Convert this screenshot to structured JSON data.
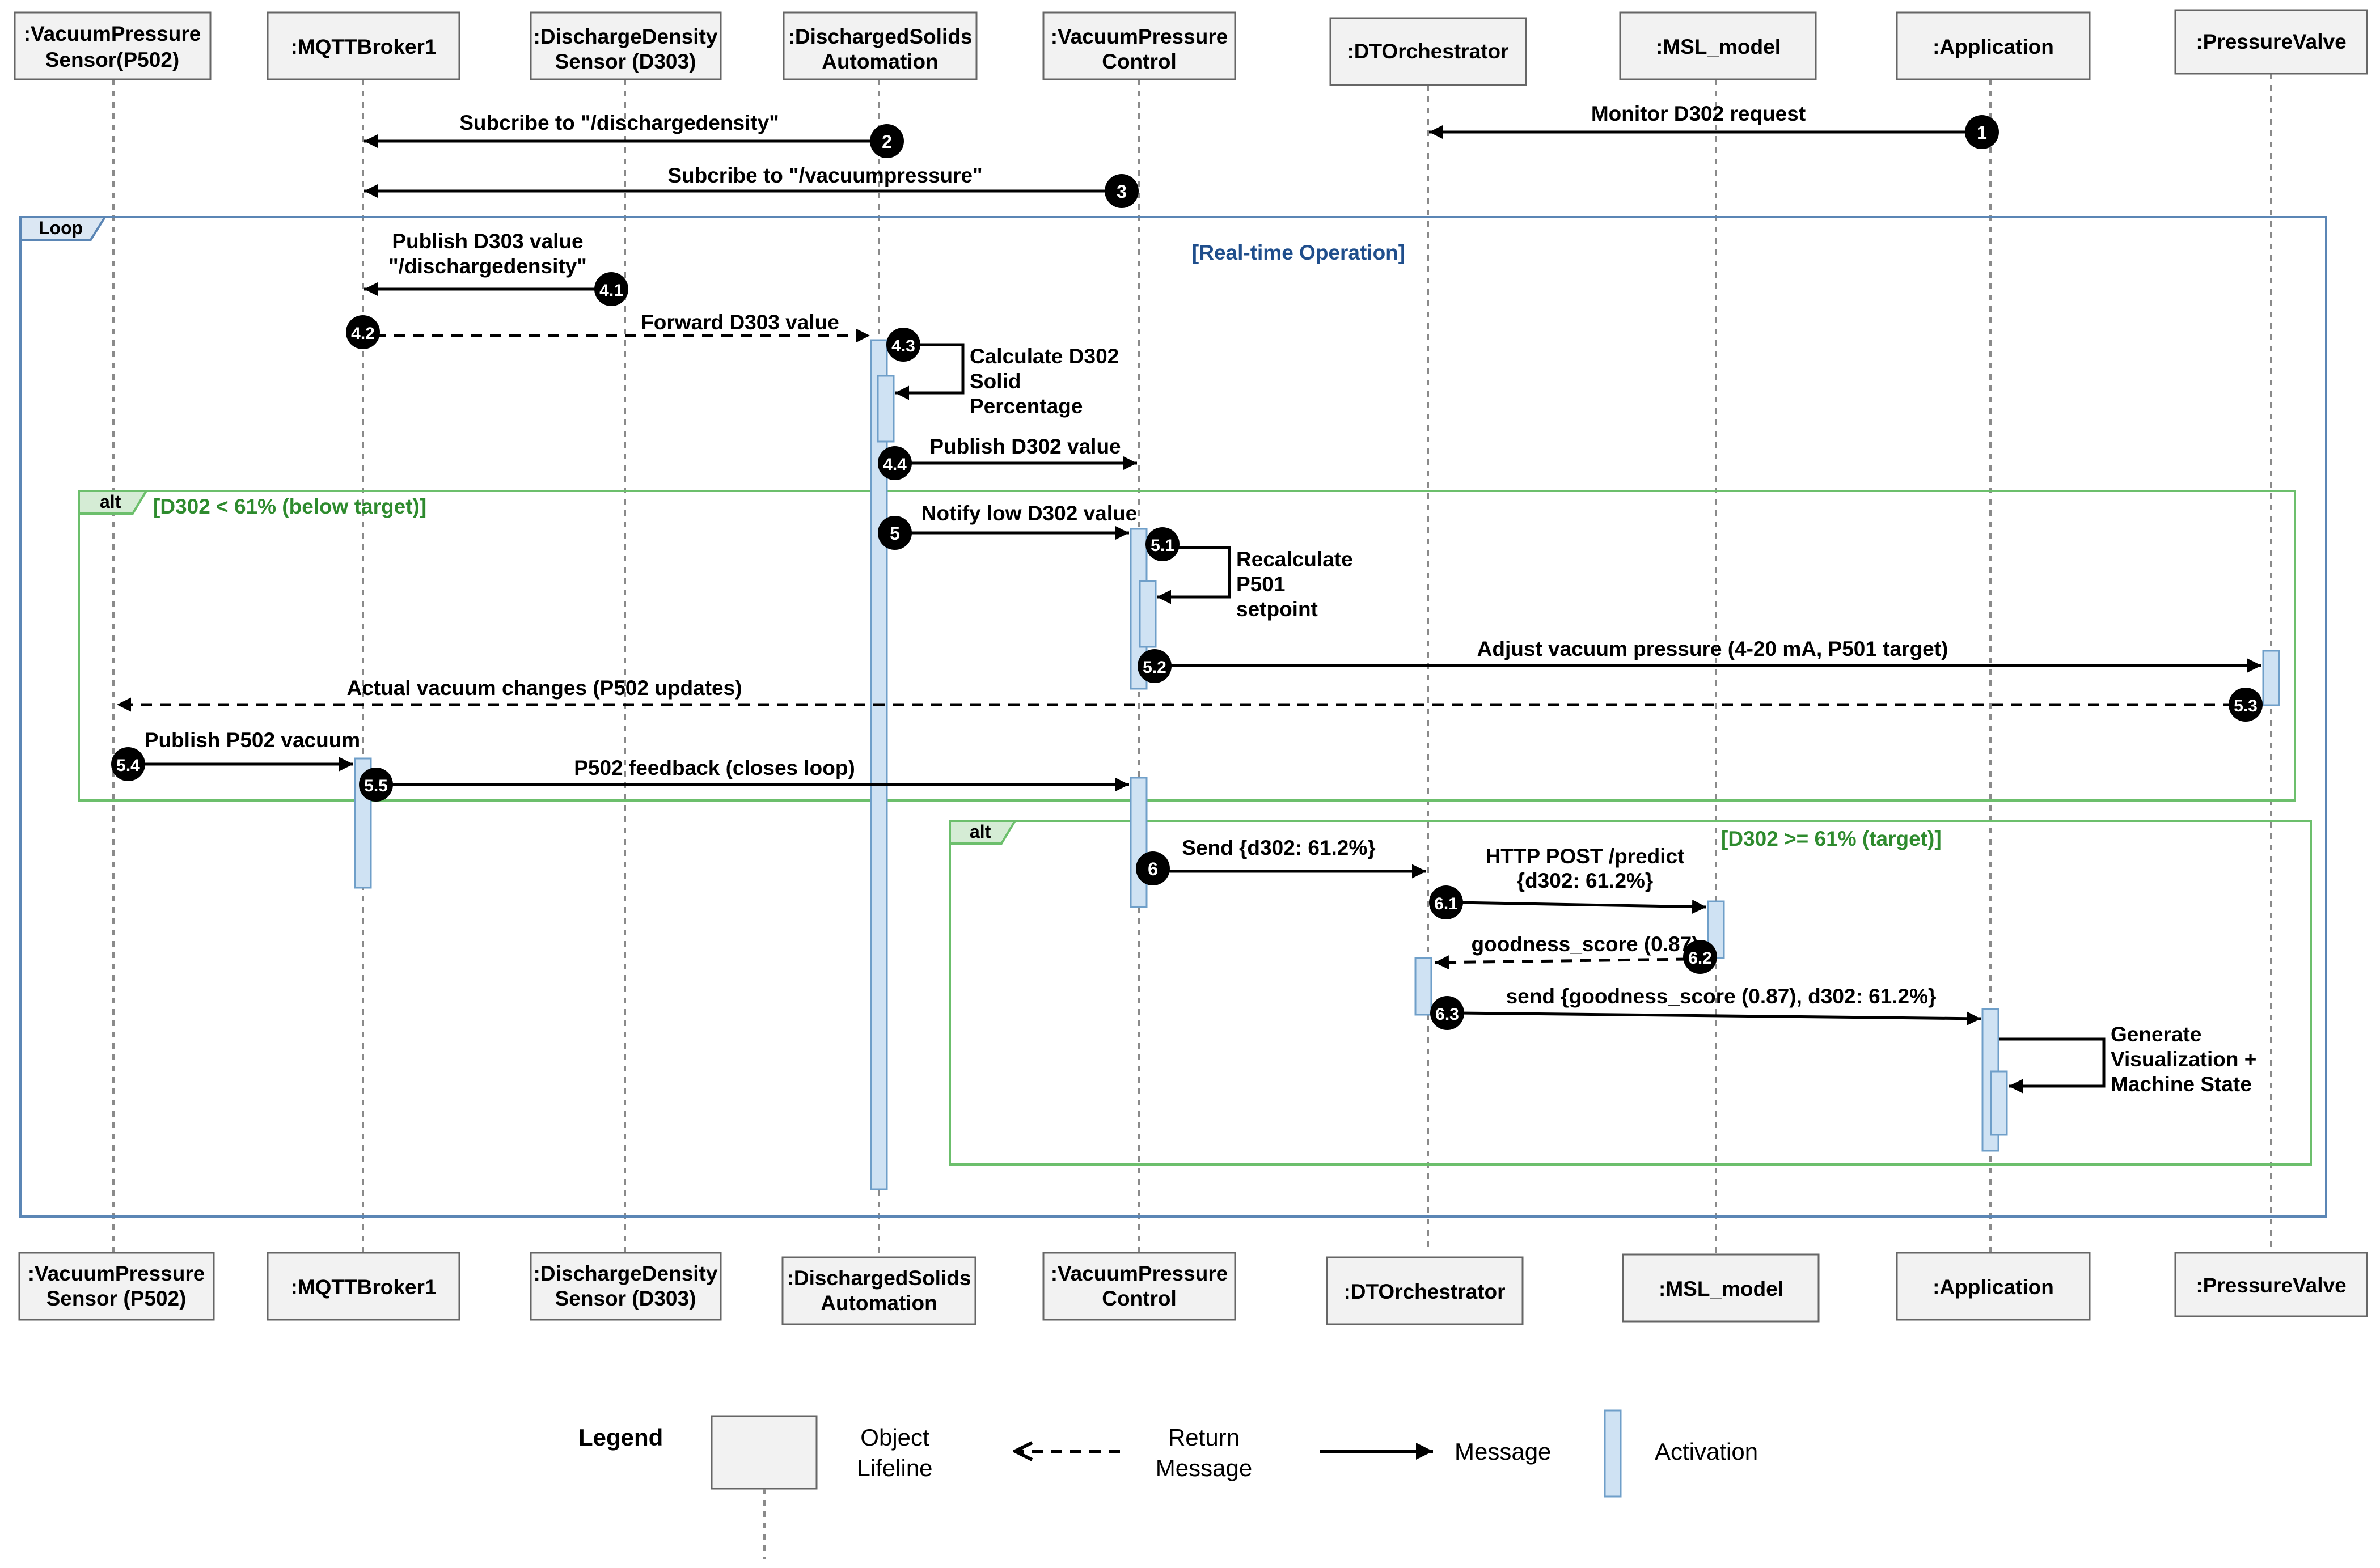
{
  "participants": [
    {
      "id": "vps",
      "lines": [
        ":VacuumPressure",
        "Sensor(P502)"
      ],
      "bottom_lines": [
        ":VacuumPressure",
        "Sensor (P502)"
      ]
    },
    {
      "id": "mqtt",
      "lines": [
        ":MQTTBroker1"
      ],
      "bottom_lines": [
        ":MQTTBroker1"
      ]
    },
    {
      "id": "dds",
      "lines": [
        ":DischargeDensity",
        "Sensor (D303)"
      ],
      "bottom_lines": [
        ":DischargeDensity",
        "Sensor (D303)"
      ]
    },
    {
      "id": "dsa",
      "lines": [
        ":DischargedSolids",
        "Automation"
      ],
      "bottom_lines": [
        ":DischargedSolids",
        "Automation"
      ]
    },
    {
      "id": "vpc",
      "lines": [
        ":VacuumPressure",
        "Control"
      ],
      "bottom_lines": [
        ":VacuumPressure",
        "Control"
      ]
    },
    {
      "id": "dto",
      "lines": [
        ":DTOrchestrator"
      ],
      "bottom_lines": [
        ":DTOrchestrator"
      ]
    },
    {
      "id": "msl",
      "lines": [
        ":MSL_model"
      ],
      "bottom_lines": [
        ":MSL_model"
      ]
    },
    {
      "id": "app",
      "lines": [
        ":Application"
      ],
      "bottom_lines": [
        ":Application"
      ]
    },
    {
      "id": "pv",
      "lines": [
        ":PressureValve"
      ],
      "bottom_lines": [
        ":PressureValve"
      ]
    }
  ],
  "fragments": {
    "loop": {
      "operator": "Loop",
      "guard": "[Real-time Operation]"
    },
    "alt1": {
      "operator": "alt",
      "guard": "[D302 < 61% (below target)]"
    },
    "alt2": {
      "operator": "alt",
      "guard": "[D302 >= 61% (target)]"
    }
  },
  "messages": [
    {
      "num": "1",
      "label_lines": [
        "Monitor D302 request"
      ],
      "from": "app",
      "to": "dto",
      "kind": "sync"
    },
    {
      "num": "2",
      "label_lines": [
        "Subcribe to \"/dischargedensity\""
      ],
      "from": "dsa",
      "to": "mqtt",
      "kind": "sync"
    },
    {
      "num": "3",
      "label_lines": [
        "Subcribe to \"/vacuumpressure\""
      ],
      "from": "vpc",
      "to": "mqtt",
      "kind": "sync"
    },
    {
      "num": "4.1",
      "label_lines": [
        "Publish D303 value",
        "\"/dischargedensity\""
      ],
      "from": "dds",
      "to": "mqtt",
      "kind": "sync"
    },
    {
      "num": "4.2",
      "label_lines": [
        "Forward D303 value"
      ],
      "from": "mqtt",
      "to": "dsa",
      "kind": "return"
    },
    {
      "num": "4.3",
      "label_lines": [
        "Calculate D302",
        "Solid",
        "Percentage"
      ],
      "from": "dsa",
      "to": "dsa",
      "kind": "self"
    },
    {
      "num": "4.4",
      "label_lines": [
        "Publish D302 value"
      ],
      "from": "dsa",
      "to": "vpc",
      "kind": "sync"
    },
    {
      "num": "5",
      "label_lines": [
        "Notify low D302 value"
      ],
      "from": "dsa",
      "to": "vpc",
      "kind": "sync"
    },
    {
      "num": "5.1",
      "label_lines": [
        "Recalculate",
        "P501",
        "setpoint"
      ],
      "from": "vpc",
      "to": "vpc",
      "kind": "self"
    },
    {
      "num": "5.2",
      "label_lines": [
        "Adjust  vacuum pressure (4-20 mA, P501 target)"
      ],
      "from": "vpc",
      "to": "pv",
      "kind": "sync"
    },
    {
      "num": "5.3",
      "label_lines": [
        "Actual vacuum changes (P502 updates)"
      ],
      "from": "pv",
      "to": "vps",
      "kind": "return"
    },
    {
      "num": "5.4",
      "label_lines": [
        "Publish P502 vacuum"
      ],
      "from": "vps",
      "to": "mqtt",
      "kind": "sync"
    },
    {
      "num": "5.5",
      "label_lines": [
        "P502 feedback (closes loop)"
      ],
      "from": "mqtt",
      "to": "vpc",
      "kind": "sync"
    },
    {
      "num": "6",
      "label_lines": [
        "Send {d302: 61.2%}"
      ],
      "from": "vpc",
      "to": "dto",
      "kind": "sync"
    },
    {
      "num": "6.1",
      "label_lines": [
        "HTTP POST /predict",
        "{d302: 61.2%}"
      ],
      "from": "dto",
      "to": "msl",
      "kind": "sync"
    },
    {
      "num": "6.2",
      "label_lines": [
        "goodness_score (0.87)"
      ],
      "from": "msl",
      "to": "dto",
      "kind": "return"
    },
    {
      "num": "6.3",
      "label_lines": [
        "send {goodness_score (0.87), d302: 61.2%}"
      ],
      "from": "dto",
      "to": "app",
      "kind": "sync"
    },
    {
      "num": "",
      "label_lines": [
        "Generate",
        "Visualization +",
        "Machine State"
      ],
      "from": "app",
      "to": "app",
      "kind": "self"
    }
  ],
  "legend": {
    "title": "Legend",
    "object_lifeline": [
      "Object",
      "Lifeline"
    ],
    "return_message": [
      "Return",
      "Message"
    ],
    "message": "Message",
    "activation": "Activation"
  },
  "colors": {
    "loop_border": "#5b86b5",
    "loop_tab_fill": "#dbe7f3",
    "loop_guard_text": "#1f4e8c",
    "alt_border": "#6cbf6c",
    "alt_tab_fill": "#d5ecd5",
    "alt_guard_text": "#2e8b2e",
    "activation_fill": "#cfe2f3",
    "activation_stroke": "#6f9fc9",
    "box_fill": "#f2f2f2",
    "box_stroke": "#666666",
    "lifeline": "#8a8a8a",
    "arrow": "#000000"
  }
}
